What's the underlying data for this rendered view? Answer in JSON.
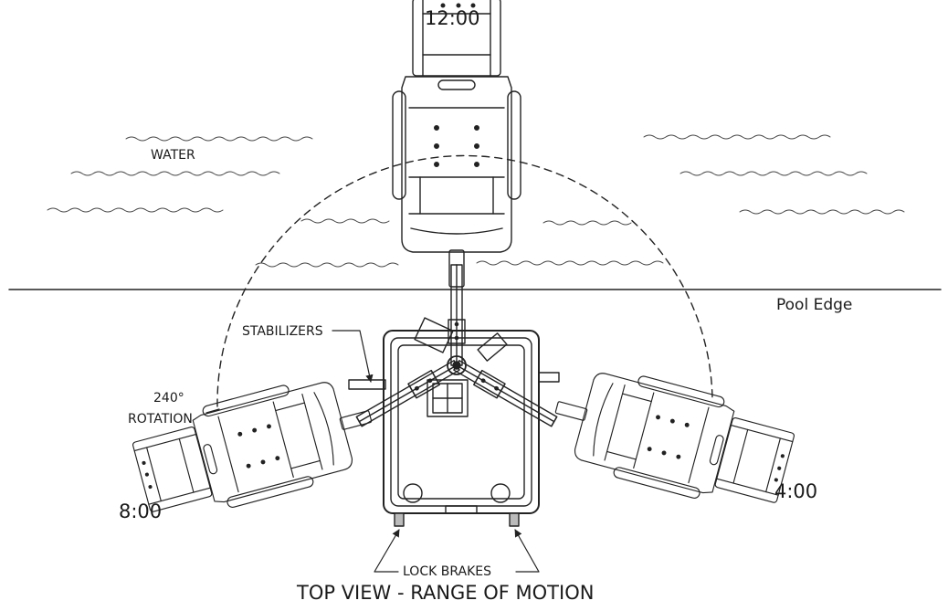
{
  "labels": {
    "twelve": "12:00",
    "four": "4:00",
    "eight": "8:00",
    "water": "WATER",
    "pool_edge": "Pool Edge",
    "stabilizers": "STABILIZERS",
    "rotation_line1": "240°",
    "rotation_line2": "ROTATION",
    "lock_brakes": "LOCK BRAKES",
    "caption": "TOP VIEW - RANGE OF MOTION"
  }
}
